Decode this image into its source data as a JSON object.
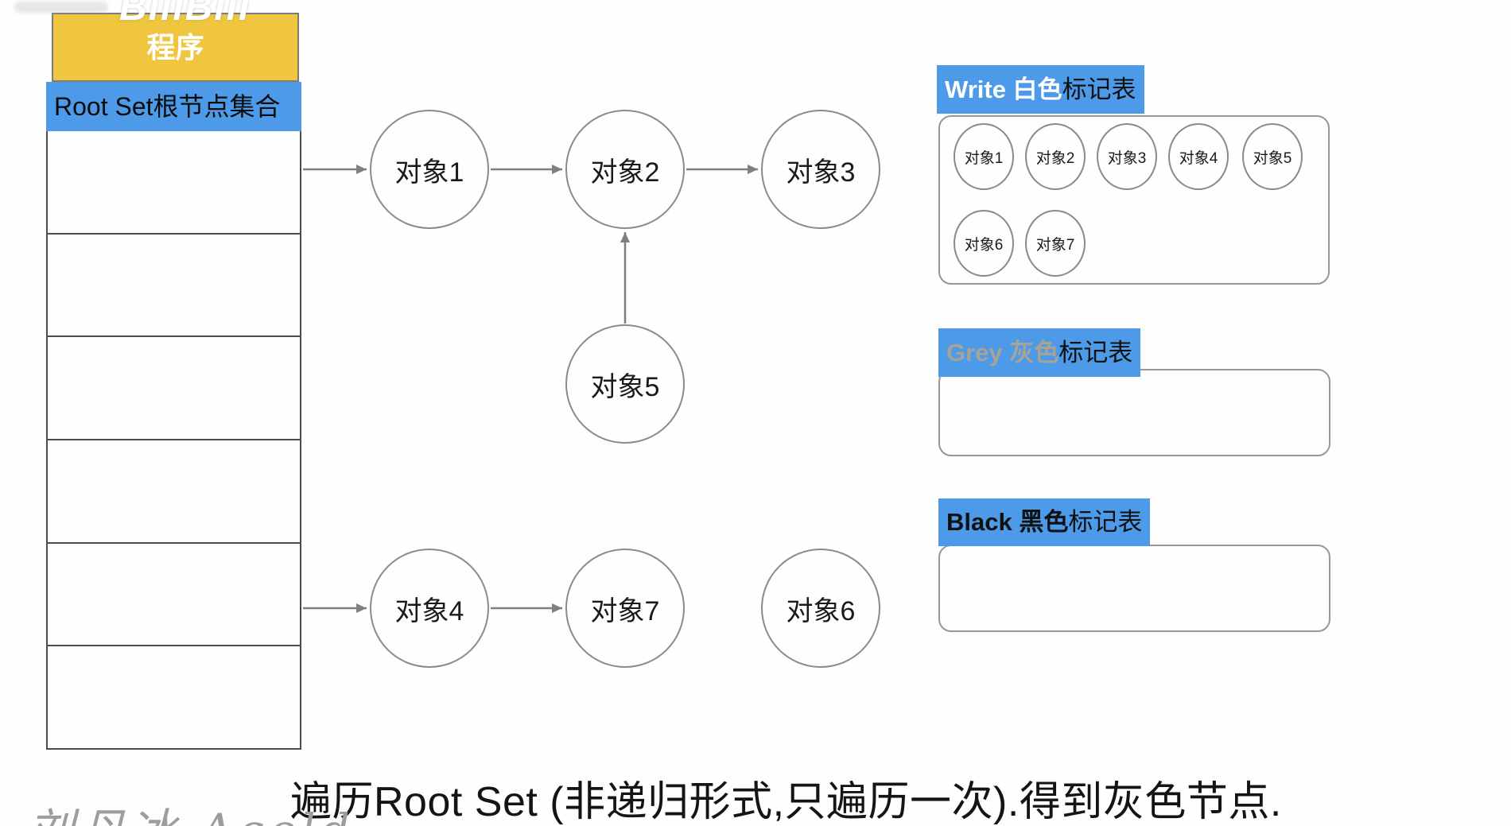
{
  "memory_column": {
    "header": "程序",
    "root_set_label": "Root Set根节点集合",
    "cell_count": 6
  },
  "heap_nodes": [
    {
      "id": "obj1",
      "label": "对象1"
    },
    {
      "id": "obj2",
      "label": "对象2"
    },
    {
      "id": "obj3",
      "label": "对象3"
    },
    {
      "id": "obj5",
      "label": "对象5"
    },
    {
      "id": "obj4",
      "label": "对象4"
    },
    {
      "id": "obj7",
      "label": "对象7"
    },
    {
      "id": "obj6",
      "label": "对象6"
    }
  ],
  "edges": [
    {
      "from": "root_set",
      "to": "obj1"
    },
    {
      "from": "obj1",
      "to": "obj2"
    },
    {
      "from": "obj2",
      "to": "obj3"
    },
    {
      "from": "obj5",
      "to": "obj2"
    },
    {
      "from": "root_set",
      "to": "obj4"
    },
    {
      "from": "obj4",
      "to": "obj7"
    }
  ],
  "tables": {
    "white": {
      "title_highlight": "Write 白色",
      "title_rest": "标记表",
      "row1": [
        "对象1",
        "对象2",
        "对象3",
        "对象4",
        "对象5"
      ],
      "row2": [
        "对象6",
        "对象7"
      ]
    },
    "grey": {
      "title_highlight": "Grey 灰色",
      "title_rest": "标记表",
      "items": []
    },
    "black": {
      "title_highlight": "Black 黑色",
      "title_rest": "标记表",
      "items": []
    }
  },
  "caption": "遍历Root Set (非递归形式,只遍历一次).得到灰色节点.",
  "watermarks": {
    "top": "BiliBili",
    "signature": "刘丹冰 Aceld"
  },
  "colors": {
    "header_yellow": "#EFC63E",
    "highlight_blue": "#4D9AE8",
    "grey_title_text": "#A9A396"
  }
}
